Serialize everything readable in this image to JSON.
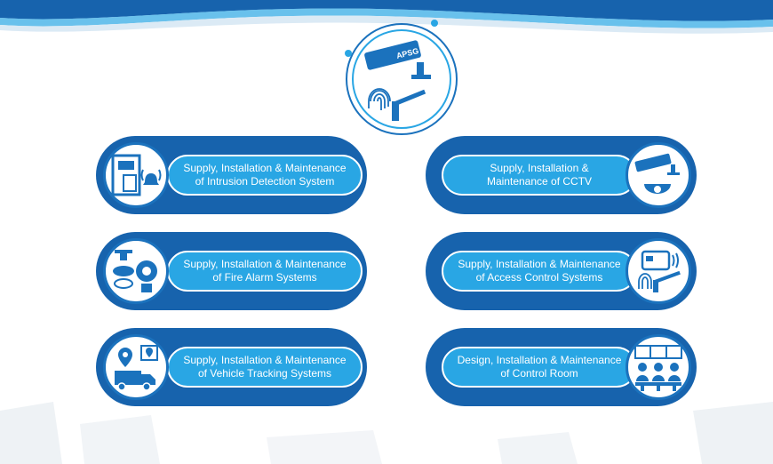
{
  "brand": {
    "logo_text": "APSG"
  },
  "colors": {
    "card": "#1763ad",
    "pill": "#29a6e4",
    "icon": "#1b72bd",
    "accent": "#29a6e4"
  },
  "services": [
    {
      "text": "Supply, Installation & Maintenance\nof Intrusion Detection System",
      "icon": "door-alarm-icon"
    },
    {
      "text": "Supply, Installation &\nMaintenance of CCTV",
      "icon": "cctv-camera-icon"
    },
    {
      "text": "Supply, Installation & Maintenance\nof Fire Alarm Systems",
      "icon": "fire-alarm-icon"
    },
    {
      "text": "Supply, Installation & Maintenance\nof Access Control Systems",
      "icon": "access-card-icon"
    },
    {
      "text": "Supply, Installation & Maintenance\nof Vehicle Tracking Systems",
      "icon": "vehicle-tracking-icon"
    },
    {
      "text": "Design, Installation & Maintenance\nof Control Room",
      "icon": "control-room-icon"
    }
  ]
}
